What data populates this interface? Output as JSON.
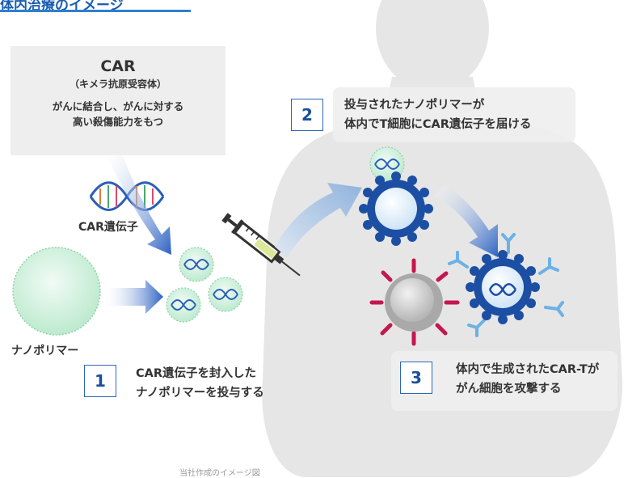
{
  "header": {
    "title": "体内治療のイメージ"
  },
  "car_box": {
    "title": "CAR",
    "subtitle": "（キメラ抗原受容体）",
    "desc_line1": "がんに結合し、がんに対する",
    "desc_line2": "高い殺傷能力をもつ"
  },
  "labels": {
    "car_gene": "CAR遺伝子",
    "nanopolymer": "ナノポリマー"
  },
  "steps": [
    {
      "num": "1",
      "line1": "CAR遺伝子を封入した",
      "line2": "ナノポリマーを投与する"
    },
    {
      "num": "2",
      "line1": "投与されたナノポリマーが",
      "line2": "体内でT細胞にCAR遺伝子を届ける"
    },
    {
      "num": "3",
      "line1": "体内で生成されたCAR-Tが",
      "line2": "がん細胞を攻撃する"
    }
  ],
  "footnote": "当社作成のイメージ図",
  "colors": {
    "accent_blue": "#1a4f9c",
    "silhouette": "#e6e6e6",
    "nano_green": "#c7efd9",
    "cancer_spike": "#c4174d"
  }
}
